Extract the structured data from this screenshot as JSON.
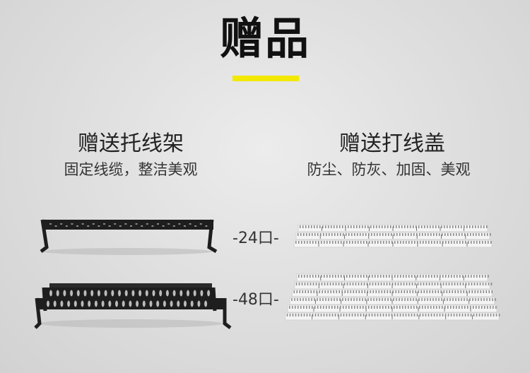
{
  "title": "赠品",
  "accent_color": "#f2e800",
  "left": {
    "heading": "赠送托线架",
    "description": "固定线缆，整洁美观"
  },
  "right": {
    "heading": "赠送打线盖",
    "description": "防尘、防灰、加固、美观"
  },
  "sizes": [
    {
      "label": "-24口-",
      "rows": 3
    },
    {
      "label": "-48口-",
      "rows": 6
    }
  ]
}
